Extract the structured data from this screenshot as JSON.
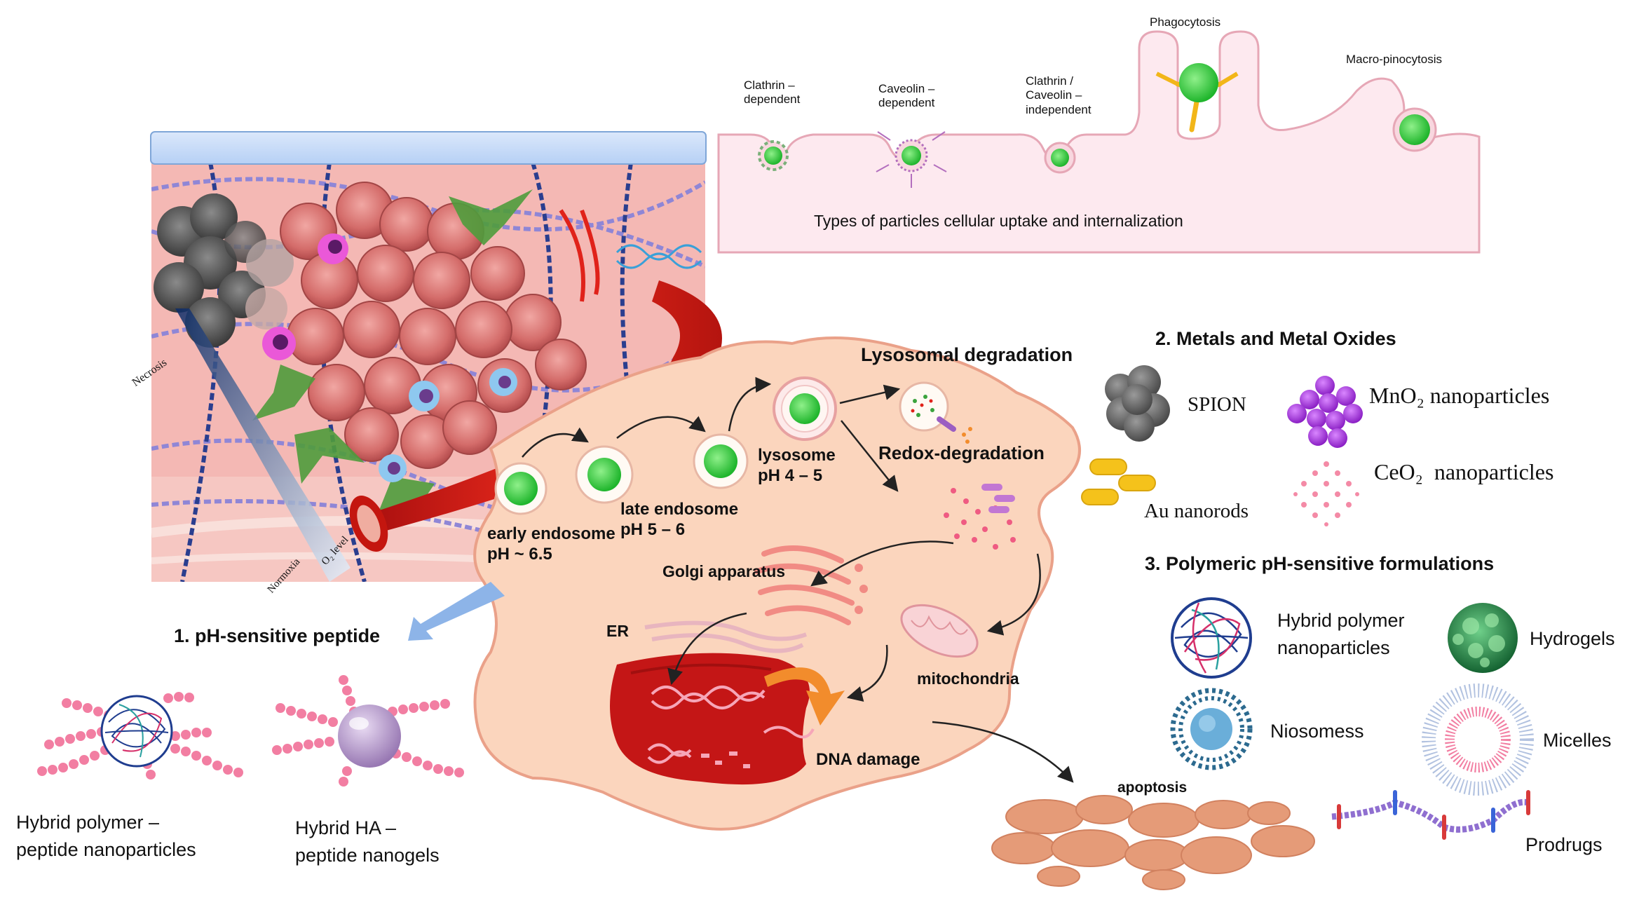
{
  "uptake": {
    "clathrin": "Clathrin –\ndependent",
    "caveolin": "Caveolin –\ndependent",
    "independent": "Clathrin /\nCaveolin –\nindependent",
    "phagocytosis": "Phagocytosis",
    "macropinocytosis": "Macro-pinocytosis",
    "caption": "Types of particles cellular uptake and internalization"
  },
  "tumor": {
    "necrosis": "Necrosis",
    "normoxia": "Normoxia",
    "o2": "O₂ level"
  },
  "cell": {
    "lysosomal_degradation": "Lysosomal degradation",
    "redox_degradation": "Redox-degradation",
    "lysosome": "lysosome\npH 4 – 5",
    "late_endosome": "late endosome\npH 5 – 6",
    "early_endosome": "early endosome\npH ~ 6.5",
    "golgi": "Golgi apparatus",
    "er": "ER",
    "mitochondria": "mitochondria",
    "dna_damage": "DNA damage",
    "apoptosis": "apoptosis"
  },
  "section1": {
    "title": "1. pH-sensitive peptide",
    "item1": "Hybrid polymer –\npeptide nanoparticles",
    "item2": "Hybrid HA –\npeptide nanogels"
  },
  "section2": {
    "title": "2. Metals and Metal Oxides",
    "spion": "SPION",
    "mno2": "MnO₂ nanoparticles",
    "au": "Au nanorods",
    "ceo2": "CeO₂  nanoparticles"
  },
  "section3": {
    "title": "3. Polymeric pH-sensitive formulations",
    "hybrid": "Hybrid polymer\nnanoparticles",
    "hydrogels": "Hydrogels",
    "niosomes": "Niosomess",
    "micelles": "Micelles",
    "prodrugs": "Prodrugs"
  },
  "colors": {
    "cell_fill": "#fbd5bd",
    "membrane_fill": "#fde9ef",
    "panel_header": "#c9defa",
    "tumor_cell": "#d9706f",
    "vessel": "#e0221a",
    "nucleus": "#c41616",
    "nanoparticle": "#2fcf3c",
    "spion": "#6e6e6e",
    "mno2": "#a02cd6",
    "au": "#f5c21b",
    "ceo2": "#f48aa6",
    "peptide_beads": "#f27ea2"
  }
}
